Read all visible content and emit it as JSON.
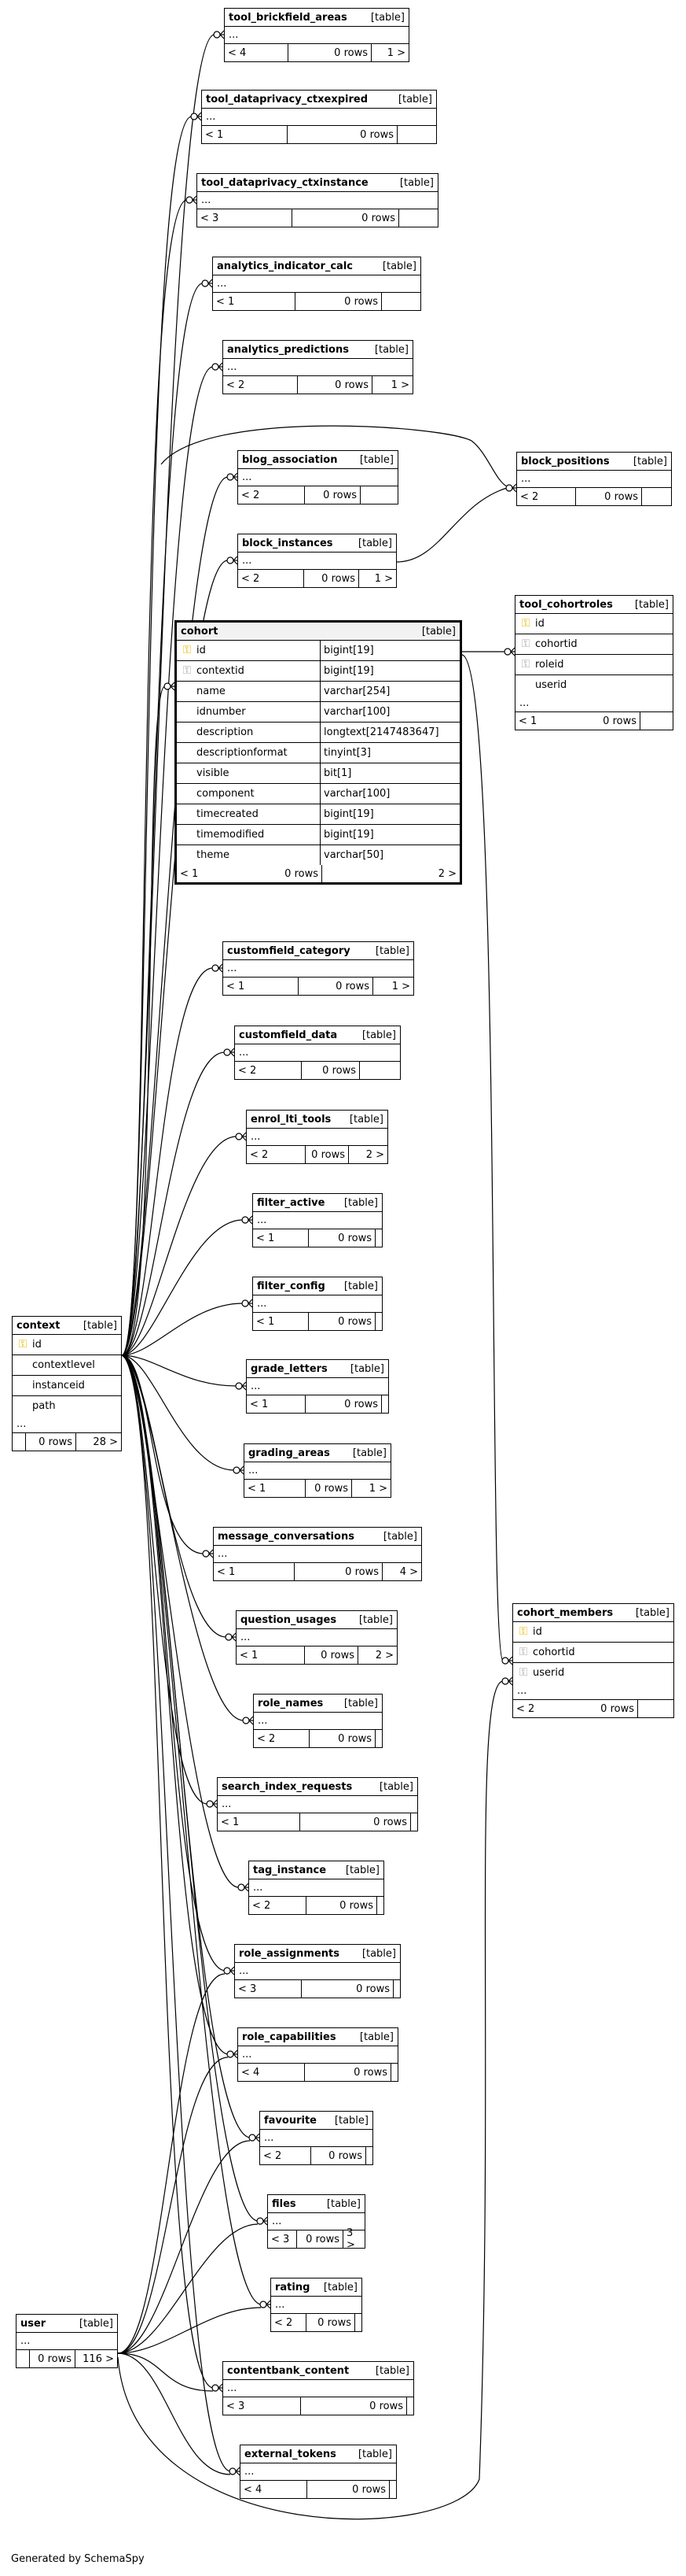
{
  "footer": "Generated by SchemaSpy",
  "table_type_label": "[table]",
  "main_table": {
    "name": "cohort",
    "columns": [
      {
        "name": "id",
        "type": "bigint[19]",
        "key": "pk"
      },
      {
        "name": "contextid",
        "type": "bigint[19]",
        "key": "fk"
      },
      {
        "name": "name",
        "type": "varchar[254]",
        "key": ""
      },
      {
        "name": "idnumber",
        "type": "varchar[100]",
        "key": ""
      },
      {
        "name": "description",
        "type": "longtext[2147483647]",
        "key": ""
      },
      {
        "name": "descriptionformat",
        "type": "tinyint[3]",
        "key": ""
      },
      {
        "name": "visible",
        "type": "bit[1]",
        "key": ""
      },
      {
        "name": "component",
        "type": "varchar[100]",
        "key": ""
      },
      {
        "name": "timecreated",
        "type": "bigint[19]",
        "key": ""
      },
      {
        "name": "timemodified",
        "type": "bigint[19]",
        "key": ""
      },
      {
        "name": "theme",
        "type": "varchar[50]",
        "key": ""
      }
    ],
    "footer": {
      "parents": "< 1",
      "rows": "0 rows",
      "children": "2 >"
    }
  },
  "context_table": {
    "name": "context",
    "columns": [
      {
        "name": "id",
        "key": "pk"
      },
      {
        "name": "contextlevel",
        "key": ""
      },
      {
        "name": "instanceid",
        "key": ""
      },
      {
        "name": "path",
        "key": ""
      }
    ],
    "ellipsis": "...",
    "footer": {
      "parents": "",
      "rows": "0 rows",
      "children": "28 >"
    }
  },
  "user_table": {
    "name": "user",
    "ellipsis": "...",
    "footer": {
      "parents": "",
      "rows": "0 rows",
      "children": "116 >"
    }
  },
  "tool_cohortroles": {
    "name": "tool_cohortroles",
    "columns": [
      {
        "name": "id",
        "key": "pk"
      },
      {
        "name": "cohortid",
        "key": "fk"
      },
      {
        "name": "roleid",
        "key": "fk"
      },
      {
        "name": "userid",
        "key": ""
      }
    ],
    "ellipsis": "...",
    "footer": {
      "parents": "< 1",
      "rows": "0 rows",
      "children": ""
    }
  },
  "cohort_members": {
    "name": "cohort_members",
    "columns": [
      {
        "name": "id",
        "key": "pk"
      },
      {
        "name": "cohortid",
        "key": "fk"
      },
      {
        "name": "userid",
        "key": "fk"
      }
    ],
    "ellipsis": "...",
    "footer": {
      "parents": "< 2",
      "rows": "0 rows",
      "children": ""
    }
  },
  "block_positions": {
    "name": "block_positions",
    "ellipsis": "...",
    "footer": {
      "parents": "< 2",
      "rows": "0 rows",
      "children": ""
    }
  },
  "small_tables": [
    {
      "name": "tool_brickfield_areas",
      "parents": "< 4",
      "rows": "0 rows",
      "children": "1 >"
    },
    {
      "name": "tool_dataprivacy_ctxexpired",
      "parents": "< 1",
      "rows": "0 rows",
      "children": ""
    },
    {
      "name": "tool_dataprivacy_ctxinstance",
      "parents": "< 3",
      "rows": "0 rows",
      "children": ""
    },
    {
      "name": "analytics_indicator_calc",
      "parents": "< 1",
      "rows": "0 rows",
      "children": ""
    },
    {
      "name": "analytics_predictions",
      "parents": "< 2",
      "rows": "0 rows",
      "children": "1 >"
    },
    {
      "name": "blog_association",
      "parents": "< 2",
      "rows": "0 rows",
      "children": ""
    },
    {
      "name": "block_instances",
      "parents": "< 2",
      "rows": "0 rows",
      "children": "1 >"
    },
    {
      "name": "customfield_category",
      "parents": "< 1",
      "rows": "0 rows",
      "children": "1 >"
    },
    {
      "name": "customfield_data",
      "parents": "< 2",
      "rows": "0 rows",
      "children": ""
    },
    {
      "name": "enrol_lti_tools",
      "parents": "< 2",
      "rows": "0 rows",
      "children": "2 >"
    },
    {
      "name": "filter_active",
      "parents": "< 1",
      "rows": "0 rows",
      "children": ""
    },
    {
      "name": "filter_config",
      "parents": "< 1",
      "rows": "0 rows",
      "children": ""
    },
    {
      "name": "grade_letters",
      "parents": "< 1",
      "rows": "0 rows",
      "children": ""
    },
    {
      "name": "grading_areas",
      "parents": "< 1",
      "rows": "0 rows",
      "children": "1 >"
    },
    {
      "name": "message_conversations",
      "parents": "< 1",
      "rows": "0 rows",
      "children": "4 >"
    },
    {
      "name": "question_usages",
      "parents": "< 1",
      "rows": "0 rows",
      "children": "2 >"
    },
    {
      "name": "role_names",
      "parents": "< 2",
      "rows": "0 rows",
      "children": ""
    },
    {
      "name": "search_index_requests",
      "parents": "< 1",
      "rows": "0 rows",
      "children": ""
    },
    {
      "name": "tag_instance",
      "parents": "< 2",
      "rows": "0 rows",
      "children": ""
    },
    {
      "name": "role_assignments",
      "parents": "< 3",
      "rows": "0 rows",
      "children": ""
    },
    {
      "name": "role_capabilities",
      "parents": "< 4",
      "rows": "0 rows",
      "children": ""
    },
    {
      "name": "favourite",
      "parents": "< 2",
      "rows": "0 rows",
      "children": ""
    },
    {
      "name": "files",
      "parents": "< 3",
      "rows": "0 rows",
      "children": "3 >"
    },
    {
      "name": "rating",
      "parents": "< 2",
      "rows": "0 rows",
      "children": ""
    },
    {
      "name": "contentbank_content",
      "parents": "< 3",
      "rows": "0 rows",
      "children": ""
    },
    {
      "name": "external_tokens",
      "parents": "< 4",
      "rows": "0 rows",
      "children": ""
    }
  ],
  "ellipsis": "..."
}
